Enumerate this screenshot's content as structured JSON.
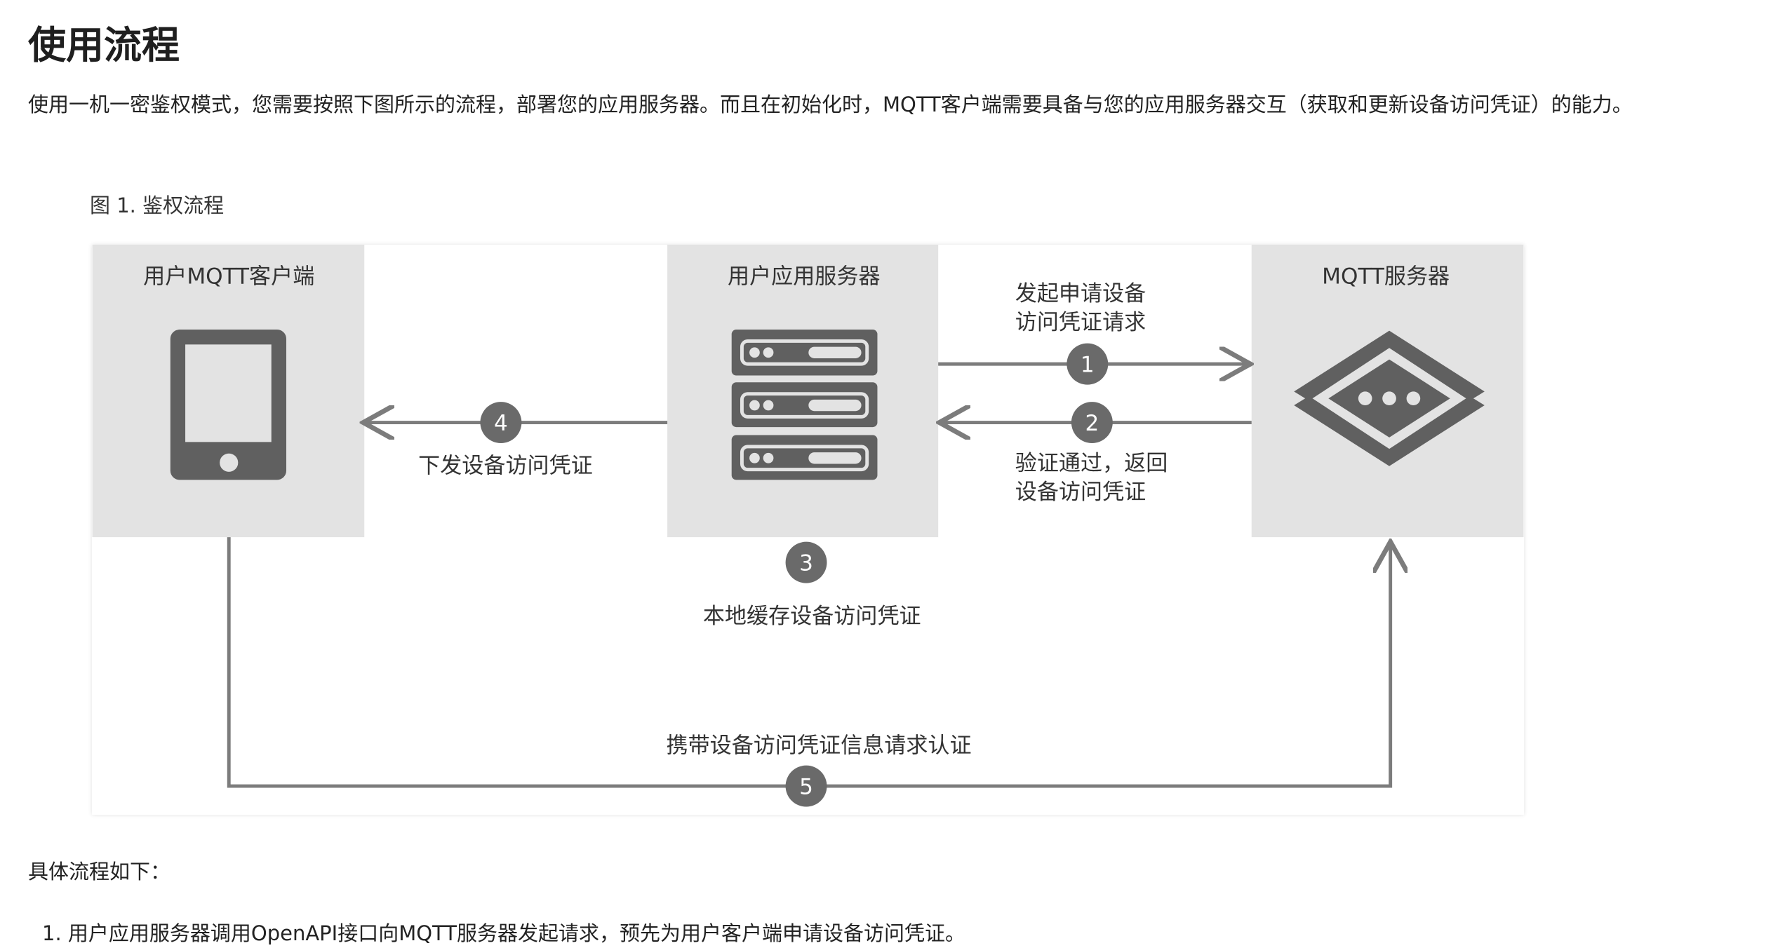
{
  "title": "使用流程",
  "intro": "使用一机一密鉴权模式，您需要按照下图所示的流程，部署您的应用服务器。而且在初始化时，MQTT客户端需要具备与您的应用服务器交互（获取和更新设备访问凭证）的能力。",
  "figure": {
    "caption": "图 1. 鉴权流程",
    "nodes": {
      "client": "用户MQTT客户端",
      "app_server": "用户应用服务器",
      "mqtt_server": "MQTT服务器"
    },
    "steps": [
      {
        "num": "1",
        "line1": "发起申请设备",
        "line2": "访问凭证请求"
      },
      {
        "num": "2",
        "line1": "验证通过，返回",
        "line2": "设备访问凭证"
      },
      {
        "num": "3",
        "line1": "本地缓存设备访问凭证"
      },
      {
        "num": "4",
        "line1": "下发设备访问凭证"
      },
      {
        "num": "5",
        "line1": "携带设备访问凭证信息请求认证"
      }
    ],
    "colors": {
      "box": "#e3e3e3",
      "icon": "#606060",
      "arrow": "#7c7c7c",
      "badge": "#6a6a6a"
    }
  },
  "subheading": "具体流程如下：",
  "list": [
    {
      "num": "1.",
      "text": "用户应用服务器调用OpenAPI接口向MQTT服务器发起请求，预先为用户客户端申请设备访问凭证。"
    }
  ]
}
